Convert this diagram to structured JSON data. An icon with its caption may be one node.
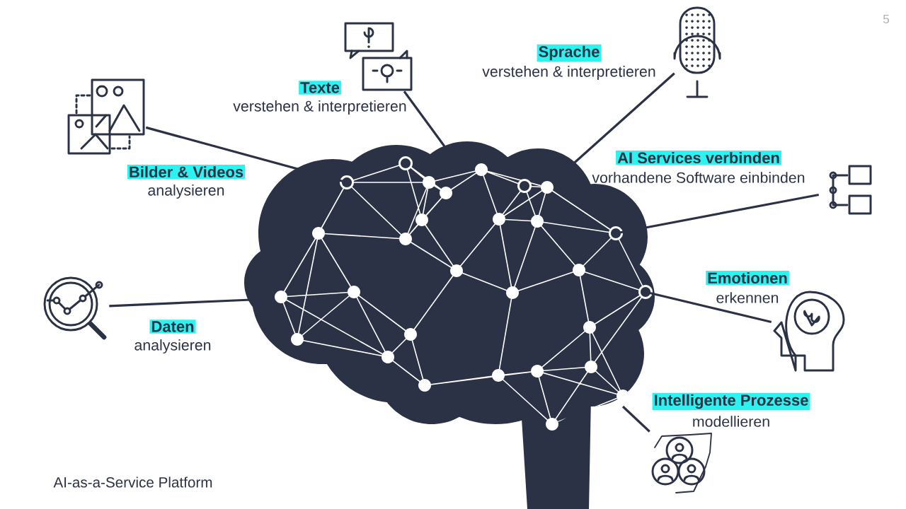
{
  "diagram": {
    "nodes": [
      {
        "text": [],
        "shape": "picture"
      },
      {
        "text": [],
        "shape": "picture",
        "beside": [
          "Bilder & Videos",
          "analysieren"
        ]
      },
      {
        "text": [],
        "shape": "picture",
        "beside": [
          "Texte",
          "verstehen & interpretieren"
        ]
      },
      {
        "text": [],
        "shape": "picture",
        "beside": [
          "Sprache",
          "verstehen & interpretieren"
        ]
      },
      {
        "text": [],
        "shape": "picture",
        "beside": [
          "AI Services verbinden",
          "vorhandene Software einbinden"
        ]
      },
      {
        "text": [],
        "shape": "picture",
        "beside": [
          "Daten",
          "analysieren"
        ]
      },
      {
        "text": [],
        "shape": "picture",
        "beside": [
          "Emotionen",
          "erkennen"
        ]
      },
      {
        "text": [],
        "shape": "picture",
        "beside": [
          "Intelligente Prozesse",
          "modellieren"
        ]
      }
    ],
    "edges": [
      {
        "from": 0,
        "to": 1,
        "arrow": "none"
      },
      {
        "from": 0,
        "to": 2,
        "arrow": "none"
      },
      {
        "from": 0,
        "to": 3,
        "arrow": "none"
      },
      {
        "from": 0,
        "to": 4,
        "arrow": "none"
      },
      {
        "from": 0,
        "to": 5,
        "arrow": "none"
      },
      {
        "from": 0,
        "to": 6,
        "arrow": "none"
      },
      {
        "from": 0,
        "to": 7,
        "arrow": "none"
      }
    ],
    "labels": [
      "5",
      "AI-as-a-Service Platform"
    ]
  }
}
